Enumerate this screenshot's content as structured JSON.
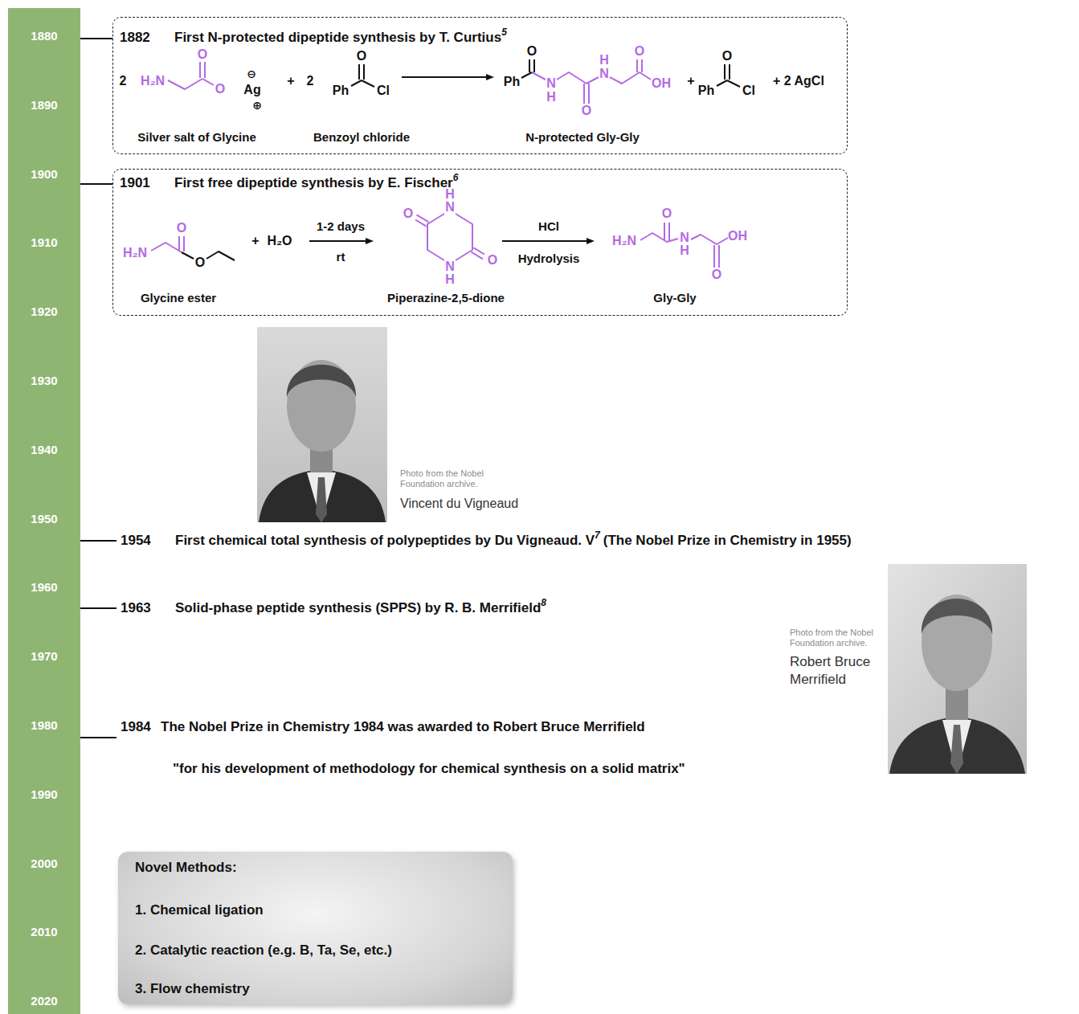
{
  "diagram": {
    "nodes": [
      {
        "text": [
          "1880",
          "1890",
          "1900",
          "1910",
          "1920",
          "1930",
          "1940",
          "1950",
          "1960",
          "1970",
          "1980",
          "1990",
          "2000",
          "2010",
          "2020"
        ]
      },
      {
        "text": [
          "1882",
          "First N-protected dipeptide synthesis by T. Curtius"
        ]
      },
      {
        "text": [
          "1901",
          "First free dipeptide synthesis by E. Fischer"
        ]
      },
      {
        "text": [
          "Novel Methods:",
          "1. Chemical ligation",
          "2. Catalytic reaction (e.g. B, Ta, Se, etc.)",
          "3. Flow chemistry"
        ]
      }
    ],
    "edges": [
      {
        "from": 0,
        "to": 1,
        "arrow": "none"
      },
      {
        "from": 0,
        "to": 2,
        "arrow": "none"
      }
    ],
    "labels": [
      "5",
      "2",
      "H₂N",
      "O",
      "O",
      "⊖",
      "Ag",
      "⊕",
      "+",
      "2",
      "O",
      "Ph",
      "Cl",
      "Silver salt of Glycine",
      "Benzoyl chloride",
      "Ph",
      "O",
      "N",
      "H",
      "O",
      "H",
      "N",
      "O",
      "OH",
      "N-protected Gly-Gly",
      "+",
      "O",
      "Ph",
      "Cl",
      "+ 2 AgCl",
      "6",
      "H₂N",
      "O",
      "O",
      "Glycine ester",
      "+",
      "H₂O",
      "1-2 days",
      "rt",
      "H",
      "N",
      "O",
      "O",
      "N",
      "H",
      "Piperazine-2,5-dione",
      "HCl",
      "Hydrolysis",
      "H₂N",
      "O",
      "N",
      "H",
      "O",
      "OH",
      "Gly-Gly",
      "Photo from the Nobel Foundation archive.",
      "Vincent du Vigneaud",
      "1954",
      "First chemical total synthesis of polypeptides by Du Vigneaud. V",
      "7",
      "(The Nobel Prize in Chemistry in 1955)",
      "1963",
      "Solid-phase peptide synthesis (SPPS) by R. B. Merrifield",
      "8",
      "Photo from the Nobel Foundation archive.",
      "Robert Bruce Merrifield",
      "1984",
      "The Nobel Prize in Chemistry 1984 was awarded to Robert Bruce Merrifield",
      "\"for his development of methodology for chemical synthesis on a solid matrix\""
    ]
  }
}
